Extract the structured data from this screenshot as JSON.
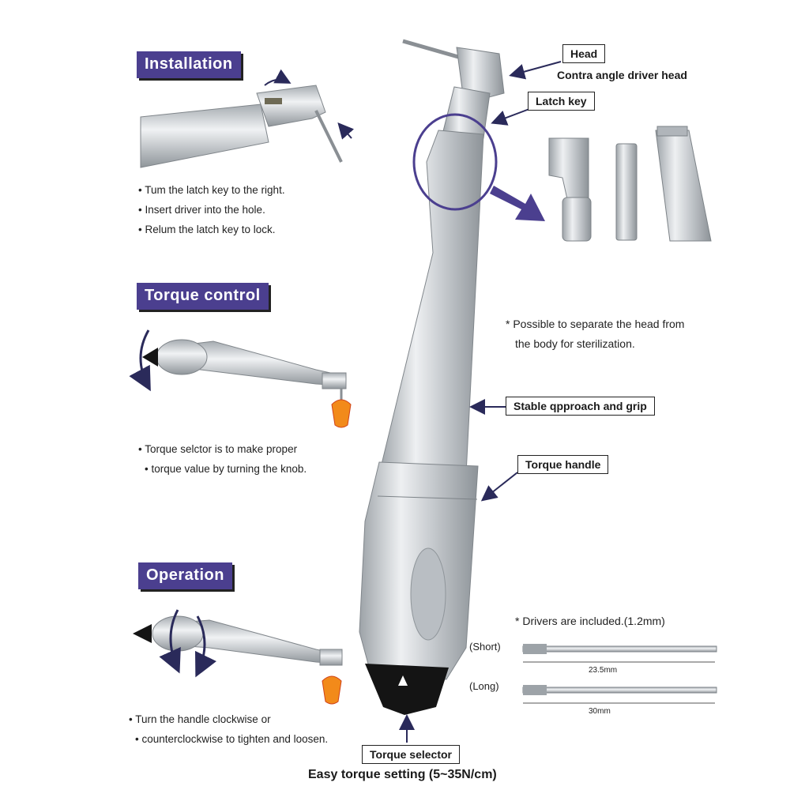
{
  "sections": {
    "installation": {
      "title": "Installation",
      "bullets": [
        "Tum the latch key to the right.",
        "Insert driver into the hole.",
        "Relum the latch key to lock."
      ]
    },
    "torque_control": {
      "title": "Torque control",
      "bullets": [
        "Torque selctor is to make proper",
        "torque value by turning the knob."
      ]
    },
    "operation": {
      "title": "Operation",
      "bullets": [
        "Turn the handle clockwise or",
        "counterclockwise to tighten and loosen."
      ]
    }
  },
  "callouts": {
    "head": "Head",
    "head_sub": "Contra angle driver head",
    "latch_key": "Latch key",
    "stable_grip": "Stable qpproach and grip",
    "torque_handle": "Torque handle",
    "torque_selector": "Torque selector"
  },
  "notes": {
    "separate_line1": "Possible to separate the head from",
    "separate_line2": "the body for sterilization.",
    "drivers_included": "Drivers are included.(1.2mm)"
  },
  "drivers": {
    "short_label": "(Short)",
    "short_length": "23.5mm",
    "long_label": "(Long)",
    "long_length": "30mm"
  },
  "footer": "Easy torque setting (5~35N/cm)",
  "colors": {
    "badge": "#4b3f8f",
    "accent_arrow": "#4b3f8f",
    "metal": "#c9cdd1"
  },
  "icons": [
    "rotation-arrow-icon",
    "tooth-icon",
    "arrow-icon"
  ]
}
